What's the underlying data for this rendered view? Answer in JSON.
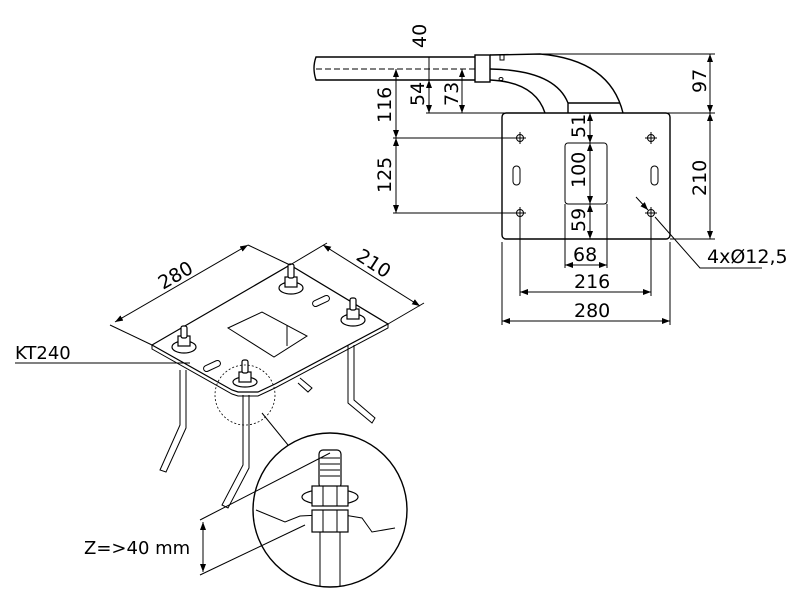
{
  "drawing": {
    "top_view": {
      "dim_40": "40",
      "dim_54": "54",
      "dim_73": "73",
      "dim_116": "116",
      "dim_125": "125",
      "dim_97": "97",
      "dim_210": "210",
      "dim_51": "51",
      "dim_100": "100",
      "dim_59": "59",
      "dim_68": "68",
      "dim_216": "216",
      "dim_280": "280",
      "hole_note": "4xØ12,5"
    },
    "iso_view": {
      "dim_280": "280",
      "dim_210": "210",
      "part_label": "KT240",
      "z_note": "Z=>40 mm"
    }
  }
}
